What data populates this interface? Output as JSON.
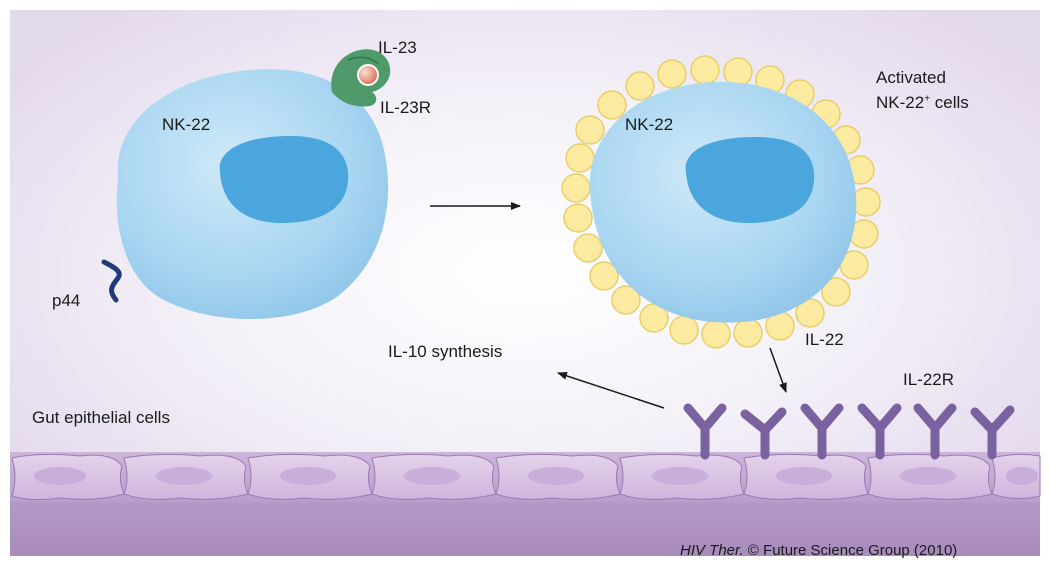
{
  "labels": {
    "il23": "IL-23",
    "il23r": "IL-23R",
    "nk22_left": "NK-22",
    "nk22_right": "NK-22",
    "p44": "p44",
    "activated_line1": "Activated",
    "activated_line2_prefix": "NK-22",
    "activated_line2_sup": "+",
    "activated_line2_suffix": " cells",
    "il22": "IL-22",
    "il22r": "IL-22R",
    "il10_synthesis": "IL-10 synthesis",
    "gut_epithelial": "Gut epithelial cells"
  },
  "credit": {
    "journal": "HIV Ther.",
    "text": " © Future Science Group (2010)"
  },
  "colors": {
    "cell_body": "#a9d6f2",
    "nucleus": "#4aa6dd",
    "yellow_granules": "#fbeaa0",
    "receptor_purple": "#7a62a0",
    "epithelium": "#d6bde0",
    "background_purple": "#ebe4f1",
    "il23r_green": "#4f9a6a",
    "p44_navy": "#1f3b7a"
  }
}
